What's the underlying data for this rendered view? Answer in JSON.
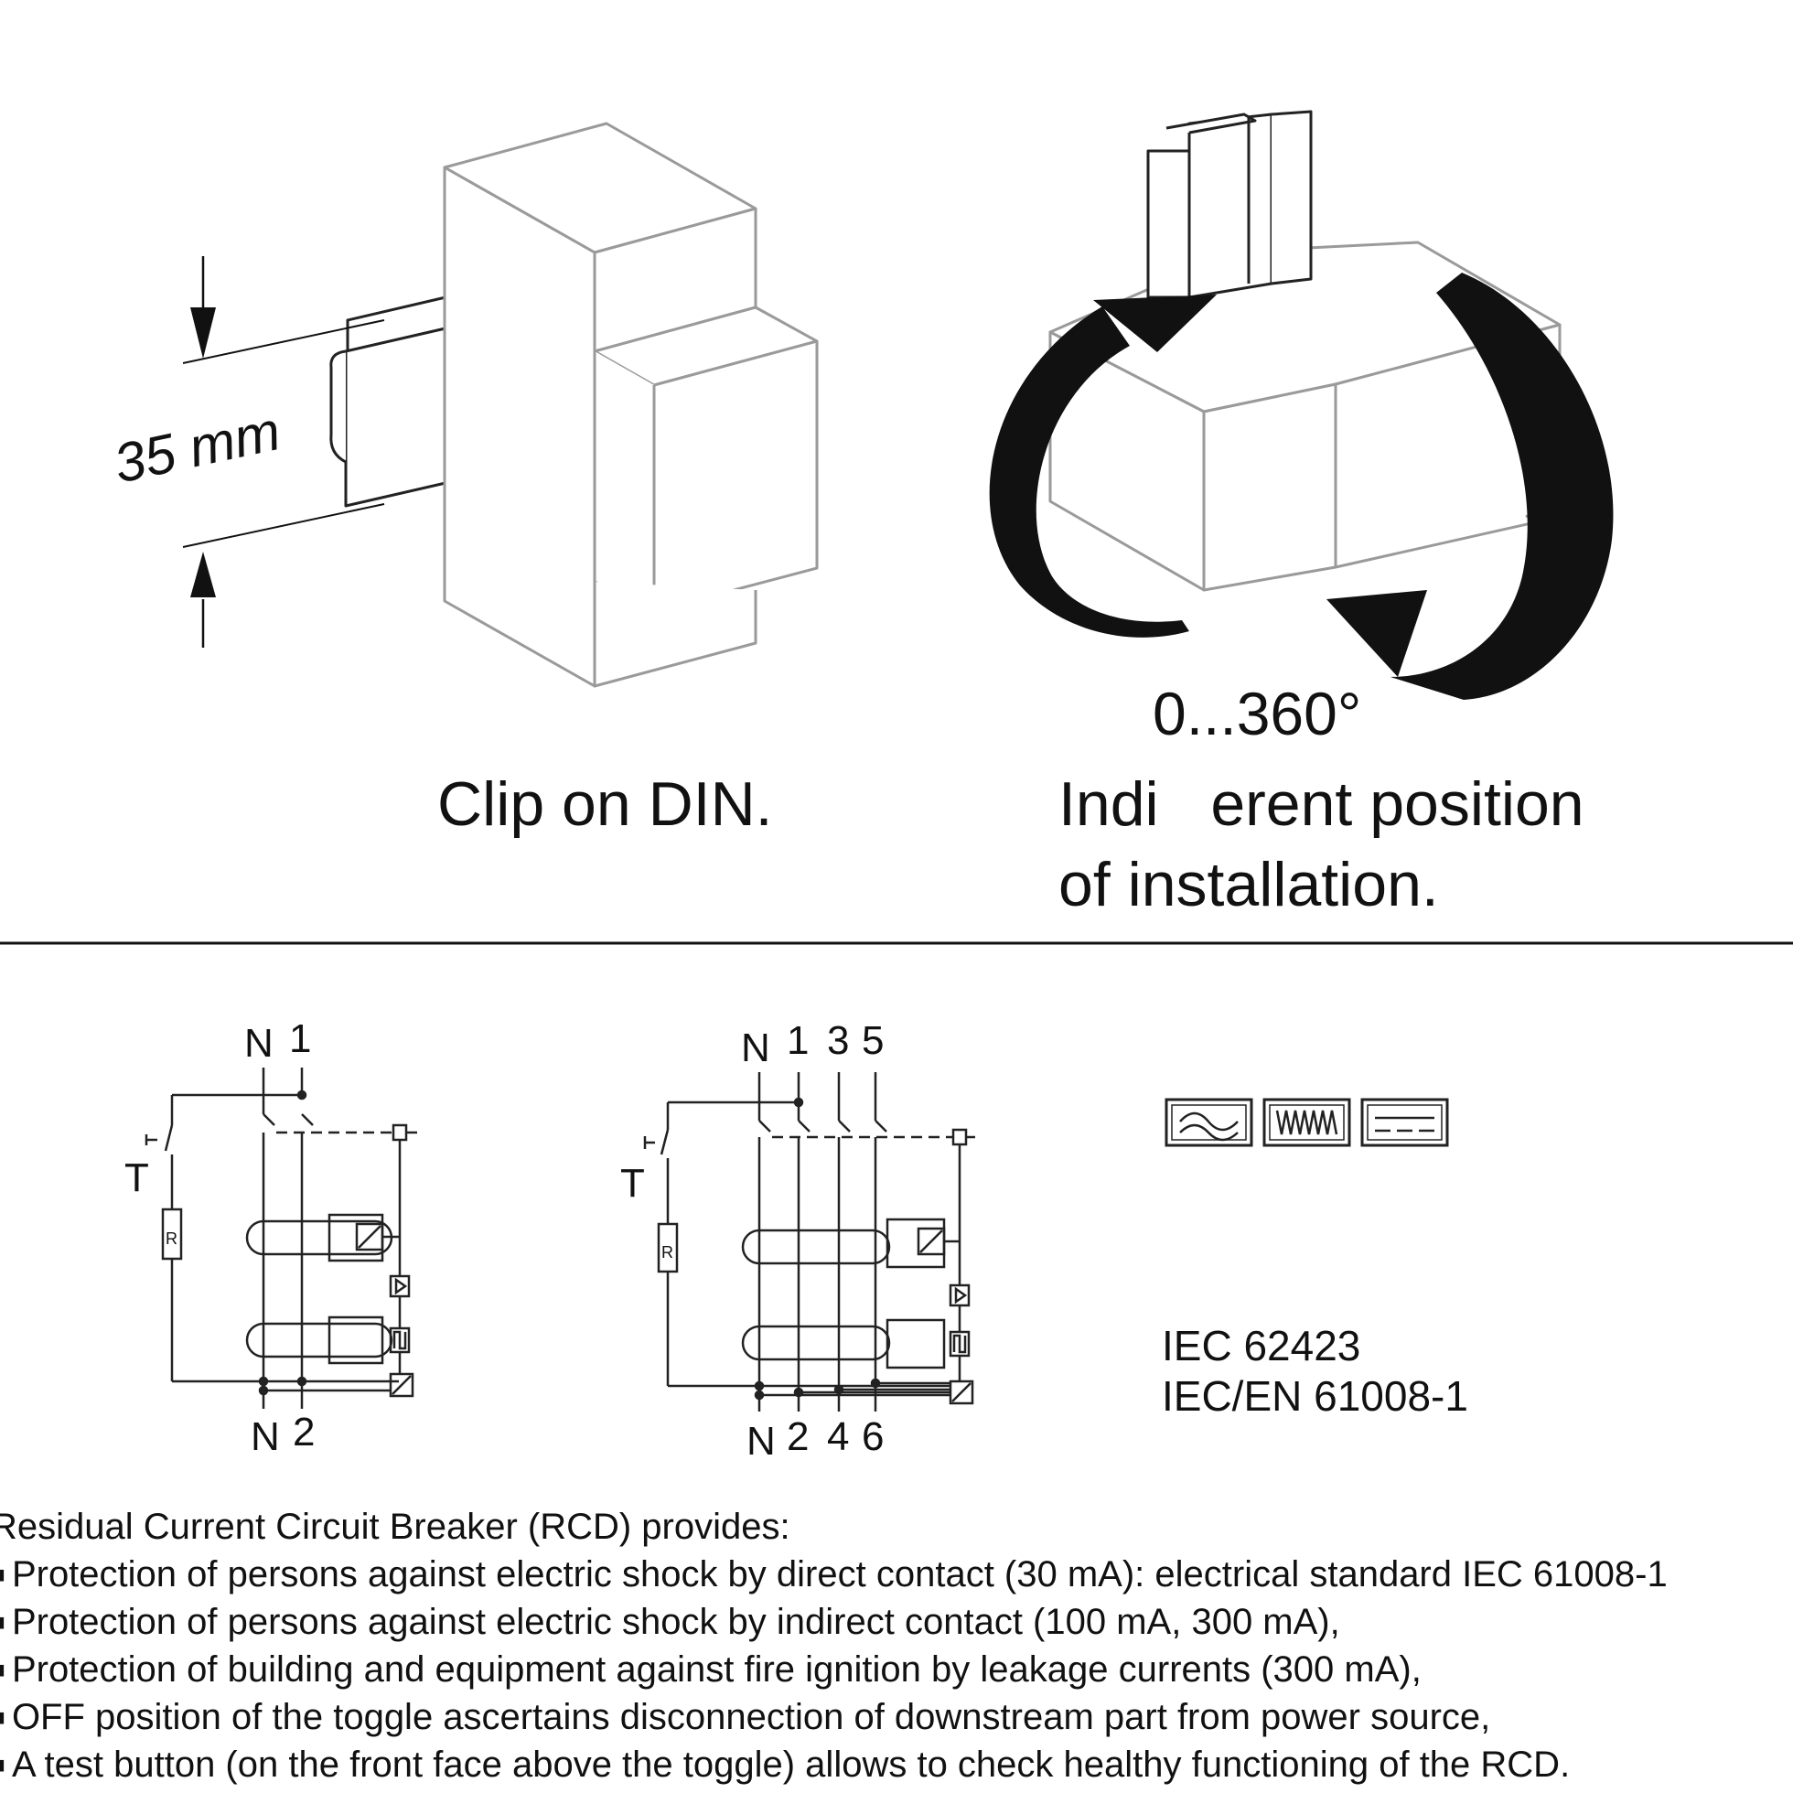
{
  "din_figure": {
    "dimension_label": "35 mm",
    "caption": "Clip on DIN."
  },
  "rotation_figure": {
    "angle_label": "0...360°",
    "caption_line1": "Indi   erent position",
    "caption_line2": "of installation."
  },
  "diagram_2pole": {
    "top_terminals": [
      "N",
      "1"
    ],
    "bottom_terminals": [
      "N",
      "2"
    ],
    "test_label": "T",
    "resistor_label": "R"
  },
  "diagram_4pole": {
    "top_terminals": [
      "N",
      "1",
      "3",
      "5"
    ],
    "bottom_terminals": [
      "N",
      "2",
      "4",
      "6"
    ],
    "test_label": "T",
    "resistor_label": "R"
  },
  "standards": {
    "line1": "IEC 62423",
    "line2": "IEC/EN 61008-1"
  },
  "description": {
    "intro": "Residual Current Circuit Breaker (RCD) provides:",
    "items": [
      "Protection of persons against electric shock by direct contact (30 mA): electrical standard IEC 61008-1",
      "Protection of persons against electric shock by indirect contact (100 mA, 300 mA),",
      "Protection of building and equipment against fire ignition by leakage currents (300 mA),",
      "OFF position of the toggle ascertains disconnection of downstream part from power source,",
      "A test button (on the front face above the toggle) allows to check healthy functioning of the RCD."
    ]
  }
}
